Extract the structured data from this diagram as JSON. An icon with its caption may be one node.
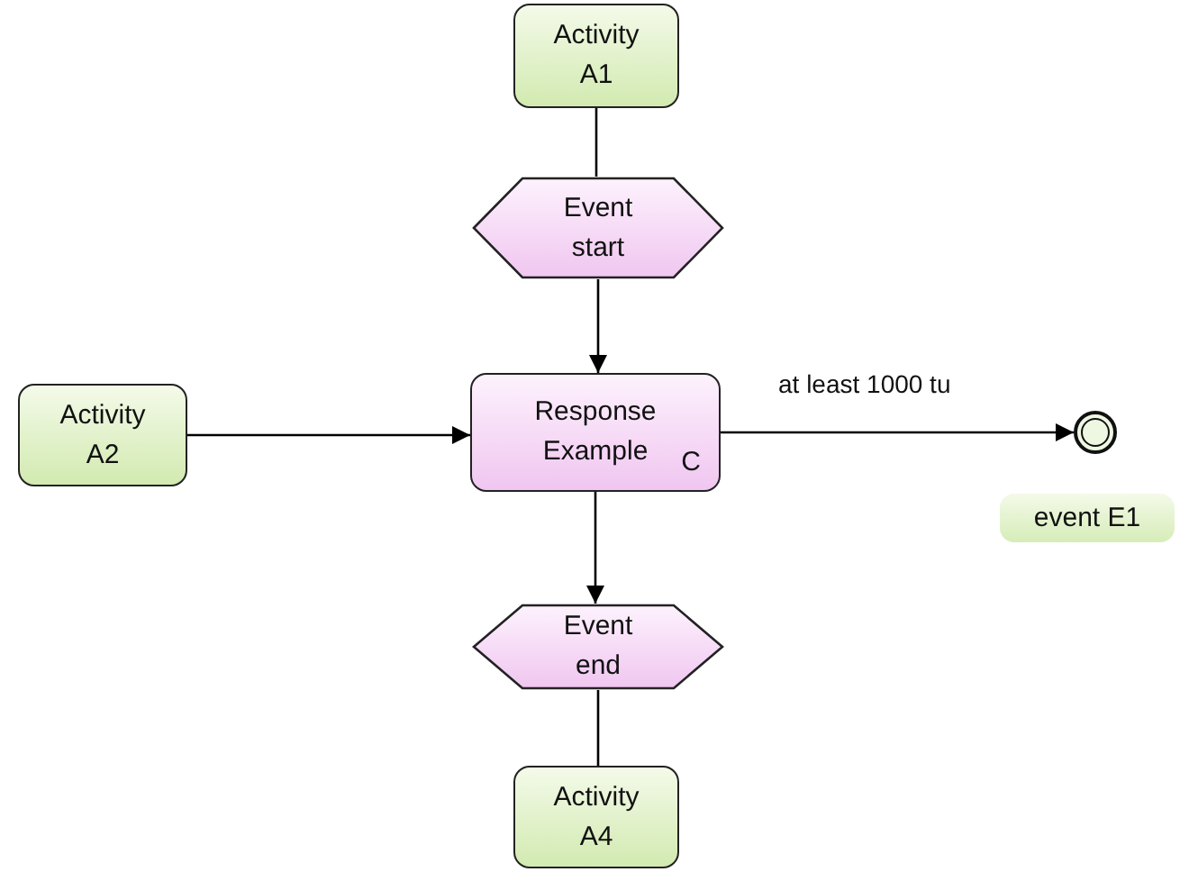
{
  "diagram": {
    "nodes": [
      {
        "text": [
          "Activity A1"
        ]
      },
      {
        "text": [
          "Event start"
        ]
      },
      {
        "text": [
          "Activity A2"
        ]
      },
      {
        "text": [
          "Response Example",
          "C"
        ]
      },
      {
        "text": [],
        "shape": "circle"
      },
      {
        "text": [
          "event E1"
        ]
      },
      {
        "text": [
          "Event end"
        ]
      },
      {
        "text": [
          "Activity A4"
        ]
      }
    ],
    "edges": [
      {
        "from": 0,
        "to": 1,
        "arrow": "none"
      },
      {
        "from": 1,
        "to": 3,
        "arrow": "to"
      },
      {
        "from": 2,
        "to": 3,
        "arrow": "to"
      },
      {
        "from": 3,
        "to": 4,
        "arrow": "to",
        "label": "at least 1000 tu"
      },
      {
        "from": 3,
        "to": 6,
        "arrow": "to"
      },
      {
        "from": 6,
        "to": 7,
        "arrow": "none"
      }
    ]
  }
}
